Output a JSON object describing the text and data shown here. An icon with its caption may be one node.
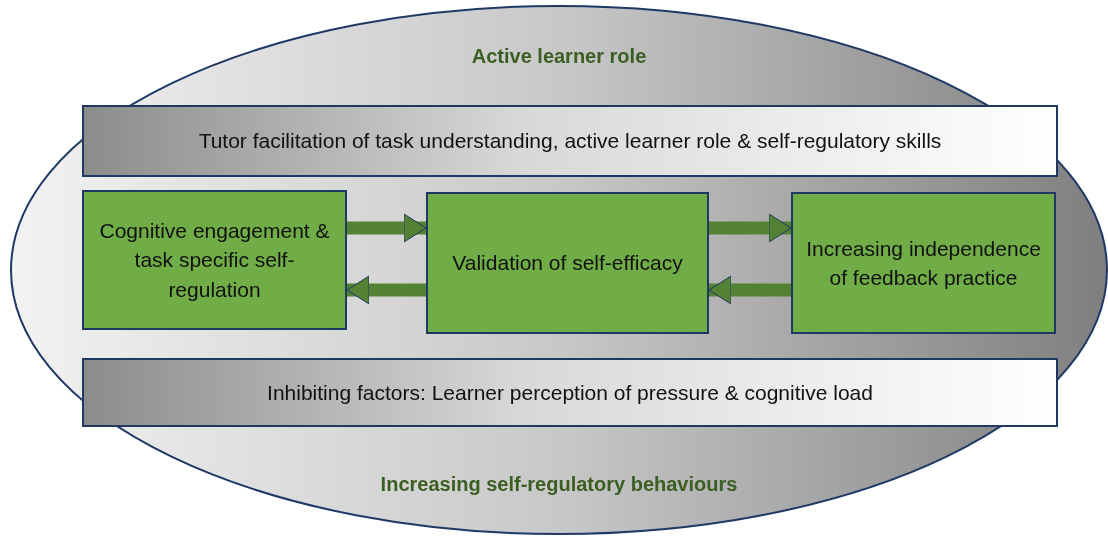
{
  "diagram": {
    "nodes": [
      {
        "text": [
          "Active learner role",
          "Increasing self-regulatory behaviours"
        ]
      },
      {
        "text": [
          "Tutor facilitation of task understanding, active learner role & self-regulatory skills"
        ],
        "in": 0
      },
      {
        "text": [
          "Cognitive engagement & task specific self-regulation"
        ],
        "in": 0
      },
      {
        "text": [
          "Validation of self-efficacy"
        ],
        "in": 0
      },
      {
        "text": [
          "Increasing independence of feedback practice"
        ],
        "in": 0
      },
      {
        "text": [
          "Inhibiting factors: Learner perception of pressure & cognitive load"
        ],
        "in": 0
      }
    ],
    "edges": [
      {
        "from": 2,
        "to": 3,
        "arrow": "to"
      },
      {
        "from": 3,
        "to": 2,
        "arrow": "to"
      },
      {
        "from": 3,
        "to": 4,
        "arrow": "to"
      },
      {
        "from": 4,
        "to": 3,
        "arrow": "to"
      }
    ]
  }
}
